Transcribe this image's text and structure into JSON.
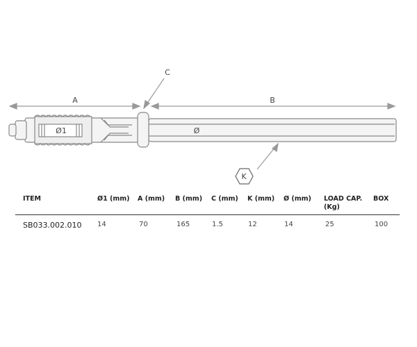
{
  "drawing": {
    "labels": {
      "a": "A",
      "b": "B",
      "c": "C",
      "k": "K",
      "d1": "Ø1",
      "d": "Ø"
    }
  },
  "table": {
    "headers": [
      "ITEM",
      "Ø1 (mm)",
      "A (mm)",
      "B (mm)",
      "C (mm)",
      "K (mm)",
      "Ø (mm)",
      "LOAD CAP. (Kg)",
      "BOX"
    ],
    "rows": [
      [
        "SB033.002.010",
        "14",
        "70",
        "165",
        "1.5",
        "12",
        "14",
        "25",
        "100"
      ]
    ]
  }
}
